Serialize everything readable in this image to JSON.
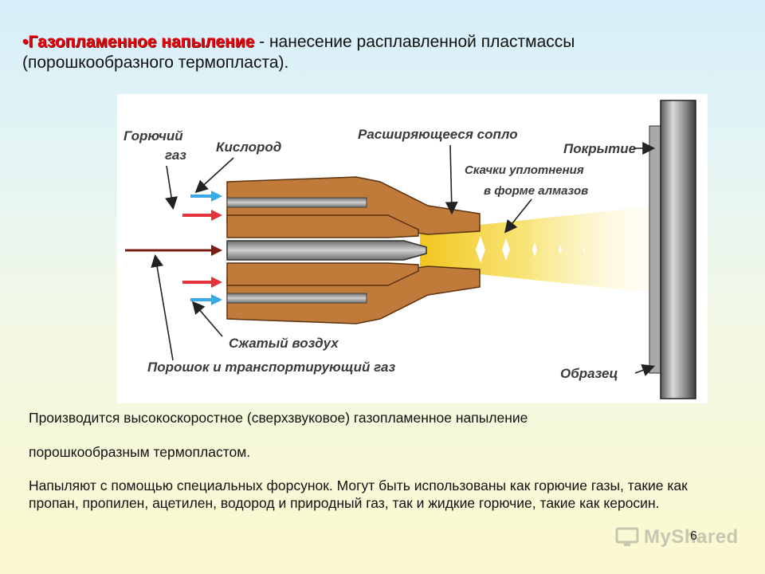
{
  "title": {
    "bullet": "•",
    "term": "Газопламенное напыление",
    "rest": " - нанесение расплавленной пластмассы",
    "line2": "(порошкообразного термопласта)."
  },
  "diagram": {
    "labels": {
      "fuel_gas_1": "Горючий",
      "fuel_gas_2": "газ",
      "oxygen": "Кислород",
      "nozzle": "Расширяющееся сопло",
      "coating": "Покрытие",
      "shock_1": "Скачки уплотнения",
      "shock_2": "в форме алмазов",
      "air": "Сжатый воздух",
      "powder": "Порошок и транспортирующий газ",
      "sample": "Образец"
    },
    "colors": {
      "nozzle": "#c07a3a",
      "inner_tube": "#8a8a8a",
      "oxygen_arrow": "#3aa7e6",
      "fuel_arrow": "#e5323b",
      "powder_arrow": "#7a1f10",
      "flame": "#f3d34a"
    }
  },
  "paragraphs": {
    "p1": "Производится высокоскоростное (сверхзвуковое) газопламенное напыление",
    "p2": "порошкообразным термопластом.",
    "p3": "Напыляют с помощью специальных форсунок. Могут быть использованы как горючие газы, такие как пропан, пропилен, ацетилен, водород и природный газ, так и жидкие горючие, такие как керосин."
  },
  "slide_number": "6",
  "watermark": "MyShared"
}
